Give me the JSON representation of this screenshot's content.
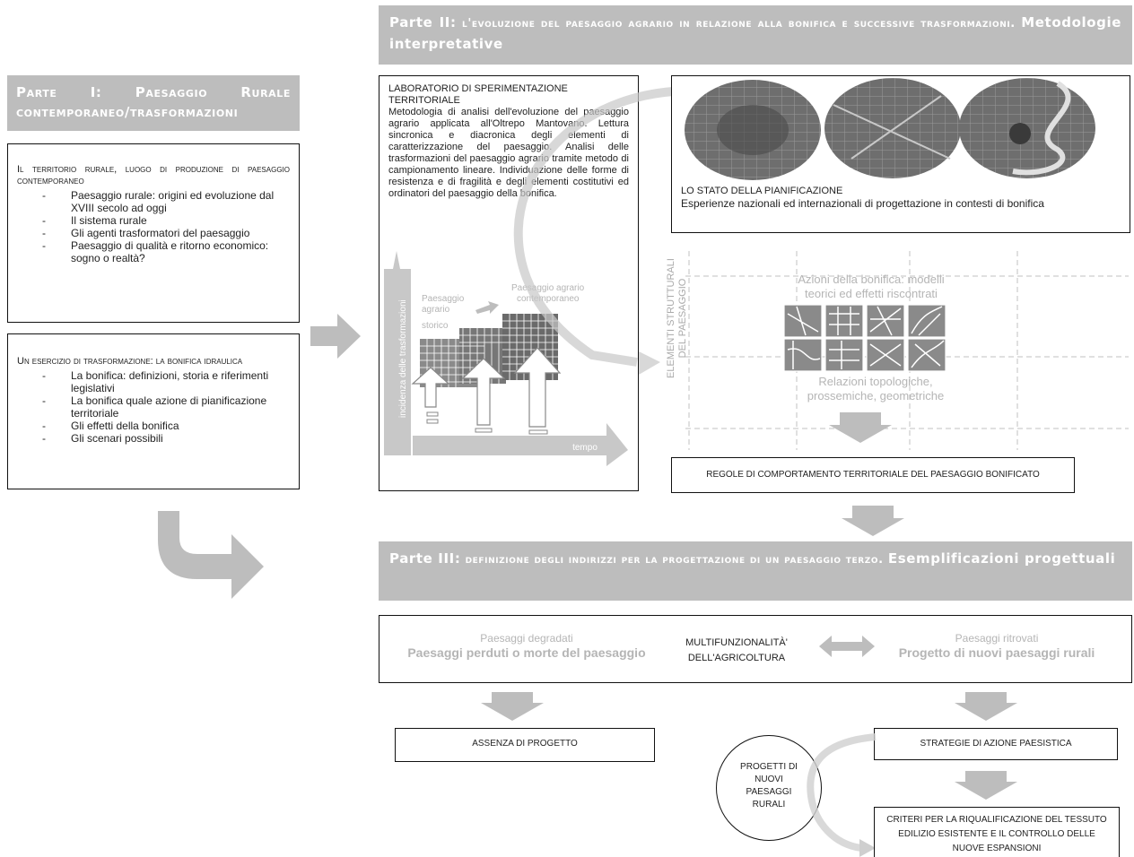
{
  "part1": {
    "title": "Parte I: Paesaggio Rurale contemporaneo/trasformazioni",
    "box1": {
      "heading": "Il territorio rurale, luogo di produzione di paesaggio contemporaneo",
      "items": [
        "Paesaggio rurale: origini ed evoluzione dal XVIII secolo ad oggi",
        "Il sistema rurale",
        "Gli agenti trasformatori del paesaggio",
        "Paesaggio di qualità e ritorno economico: sogno o realtà?"
      ]
    },
    "box2": {
      "heading": "Un esercizio di trasformazione: la bonifica idraulica",
      "items": [
        "La bonifica: definizioni, storia e riferimenti legislativi",
        "La bonifica quale azione di pianificazione territoriale",
        "Gli effetti della bonifica",
        "Gli scenari possibili"
      ]
    }
  },
  "part2": {
    "title_strong": "Parte II:",
    "title_rest": "l'evoluzione del paesaggio agrario in relazione alla bonifica e successive trasformazioni.",
    "title_tail": "Metodologie interpretative",
    "lab": {
      "heading": "LABORATORIO DI SPERIMENTAZIONE TERRITORIALE",
      "text": "Metodologia di analisi dell'evoluzione del paesaggio agrario applicata all'Oltrepo Mantovano. Lettura sincronica e diacronica degli elementi di caratterizzazione del paesaggio. Analisi delle trasformazioni del paesaggio agrario tramite metodo di campionamento lineare. Individuazione delle forme di resistenza e di fragilità e degli elementi costitutivi ed ordinatori del paesaggio della bonifica.",
      "y_axis": "incidenza delle trasformazioni",
      "x_axis": "tempo",
      "label_hist": "Paesaggio agrario storico",
      "label_cont": "Paesaggio agrario contemporaneo"
    },
    "planning": {
      "heading": "LO STATO DELLA PIANIFICAZIONE",
      "text": "Esperienze nazionali ed internazionali di progettazione in contesti di bonifica"
    },
    "azioni": {
      "side_label_1": "ELEMENTI STRUTTURALI",
      "side_label_2": "DEL PAESAGGIO",
      "top": "Azioni della bonifica: modelli teorici ed effetti riscontrati",
      "bottom": "Relazioni topologiche, prossemiche, geometriche"
    },
    "regole": "REGOLE DI COMPORTAMENTO TERRITORIALE DEL PAESAGGIO BONIFICATO"
  },
  "part3": {
    "title_strong": "Parte III:",
    "title_rest": "definizione degli indirizzi per la progettazione di un paesaggio terzo.",
    "title_tail": "Esemplificazioni progettuali",
    "multi": {
      "left_small": "Paesaggi degradati",
      "left_big": "Paesaggi perduti o morte del paesaggio",
      "center_1": "MULTIFUNZIONALITÀ'",
      "center_2": "DELL'AGRICOLTURA",
      "right_small": "Paesaggi ritrovati",
      "right_big": "Progetto di nuovi paesaggi rurali"
    },
    "assenza": "ASSENZA DI PROGETTO",
    "strategie": "STRATEGIE DI AZIONE PAESISTICA",
    "circle": "PROGETTI DI NUOVI PAESAGGI RURALI",
    "criteri": "CRITERI PER LA RIQUALIFICAZIONE DEL TESSUTO EDILIZIO ESISTENTE E IL CONTROLLO DELLE NUOVE ESPANSIONI"
  }
}
